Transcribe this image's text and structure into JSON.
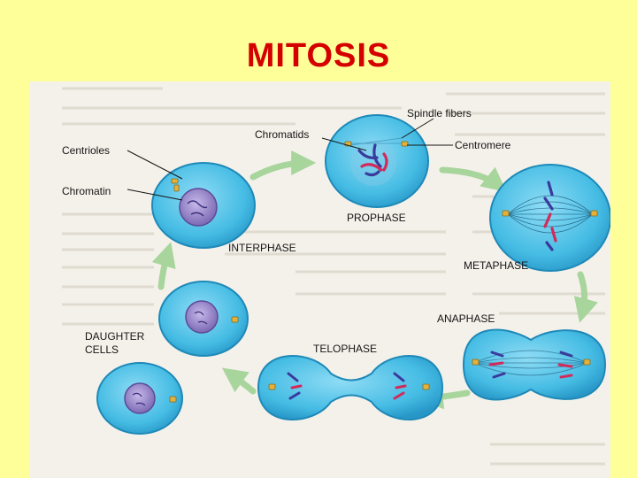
{
  "title": "MITOSIS",
  "labels": {
    "centrioles": "Centrioles",
    "chromatin": "Chromatin",
    "chromatids": "Chromatids",
    "spindle_fibers": "Spindle fibers",
    "centromere": "Centromere",
    "prophase": "PROPHASE",
    "interphase": "INTERPHASE",
    "metaphase": "METAPHASE",
    "anaphase": "ANAPHASE",
    "telophase": "TELOPHASE",
    "daughter_line1": "DAUGHTER",
    "daughter_line2": "CELLS"
  },
  "colors": {
    "background": "#ffff99",
    "title": "#d40000",
    "cell_fill": "#49bfe6",
    "cell_edge": "#1e89b8",
    "nucleus": "#9a86c8",
    "chromosome_blue": "#3a3a9c",
    "chromosome_red": "#d22a5a",
    "arrow": "#a8d59c",
    "centriole": "#e3b23a"
  }
}
